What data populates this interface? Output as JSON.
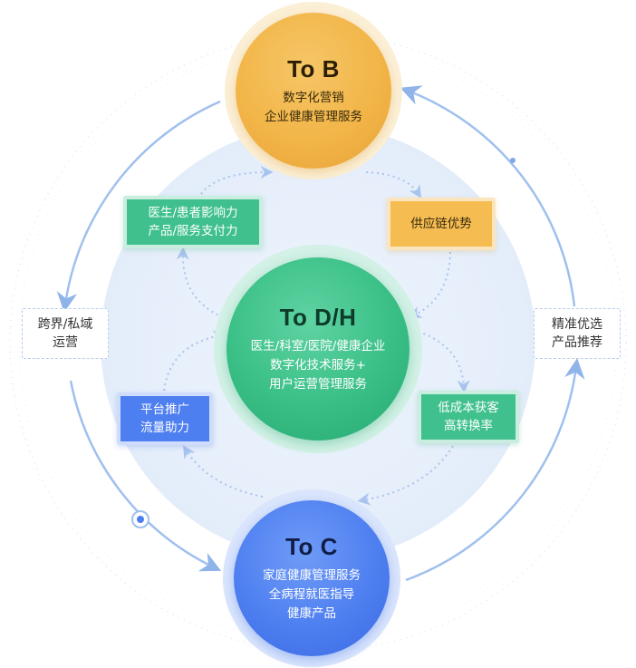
{
  "colors": {
    "to_b": "#f2b548",
    "to_dh": "#39bf86",
    "to_c": "#4e7ff0",
    "ring": "#9fc0ee",
    "background_disc": "#eaf2fc"
  },
  "nodes": {
    "to_b": {
      "title": "To B",
      "lines": [
        "数字化营销",
        "企业健康管理服务"
      ]
    },
    "to_dh": {
      "title": "To D/H",
      "lines": [
        "医生/科室/医院/健康企业",
        "数字化技术服务+",
        "用户运营管理服务"
      ]
    },
    "to_c": {
      "title": "To C",
      "lines": [
        "家庭健康管理服务",
        "全病程就医指导",
        "健康产品"
      ]
    }
  },
  "boxes": {
    "influence": [
      "医生/患者影响力",
      "产品/服务支付力"
    ],
    "supply": [
      "供应链优势"
    ],
    "traffic": [
      "平台推广",
      "流量助力"
    ],
    "lowcost": [
      "低成本获客",
      "高转换率"
    ],
    "crossdomain": [
      "跨界/私域",
      "运营"
    ],
    "selection": [
      "精准优选",
      "产品推荐"
    ]
  }
}
